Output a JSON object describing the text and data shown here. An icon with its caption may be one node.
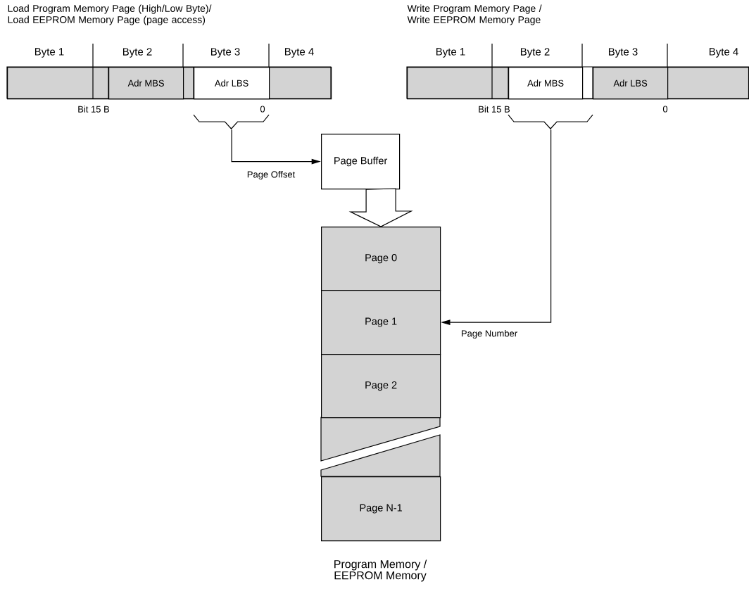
{
  "diagram": {
    "nodes": [
      {
        "text": [
          "Load Program Memory Page (High/Low Byte)/ Load EEPROM Memory Page (page access)"
        ]
      },
      {
        "text": [
          "Adr MBS"
        ],
        "in": 0
      },
      {
        "text": [
          "Adr LBS"
        ],
        "in": 0
      },
      {
        "text": [
          "Write Program Memory Page / Write EEPROM Memory Page"
        ]
      },
      {
        "text": [
          "Adr MBS"
        ],
        "in": 3
      },
      {
        "text": [
          "Adr LBS"
        ],
        "in": 3
      },
      {
        "text": [],
        "shape": "brace"
      },
      {
        "text": [],
        "shape": "brace"
      },
      {
        "text": [
          "Page Buffer"
        ]
      },
      {
        "text": [
          "Page 0"
        ]
      },
      {
        "text": [
          "Page 1"
        ]
      },
      {
        "text": [
          "Page 2"
        ]
      },
      {
        "text": [
          "Page N-1"
        ]
      }
    ],
    "edges": [
      {
        "from": 6,
        "to": 8,
        "arrow": "to",
        "label": "Page Offset"
      },
      {
        "from": 7,
        "to": 10,
        "arrow": "to",
        "label": "Page Number"
      },
      {
        "from": 8,
        "to": 9,
        "arrow": "to",
        "style": "thick"
      }
    ],
    "labels": [
      "Byte 1",
      "Byte 2",
      "Byte 3",
      "Byte 4",
      "Bit 15 B",
      "0",
      "Byte 1",
      "Byte 2",
      "Byte 3",
      "Byte 4",
      "Bit 15 B",
      "0",
      "Program Memory / EEPROM Memory"
    ]
  }
}
